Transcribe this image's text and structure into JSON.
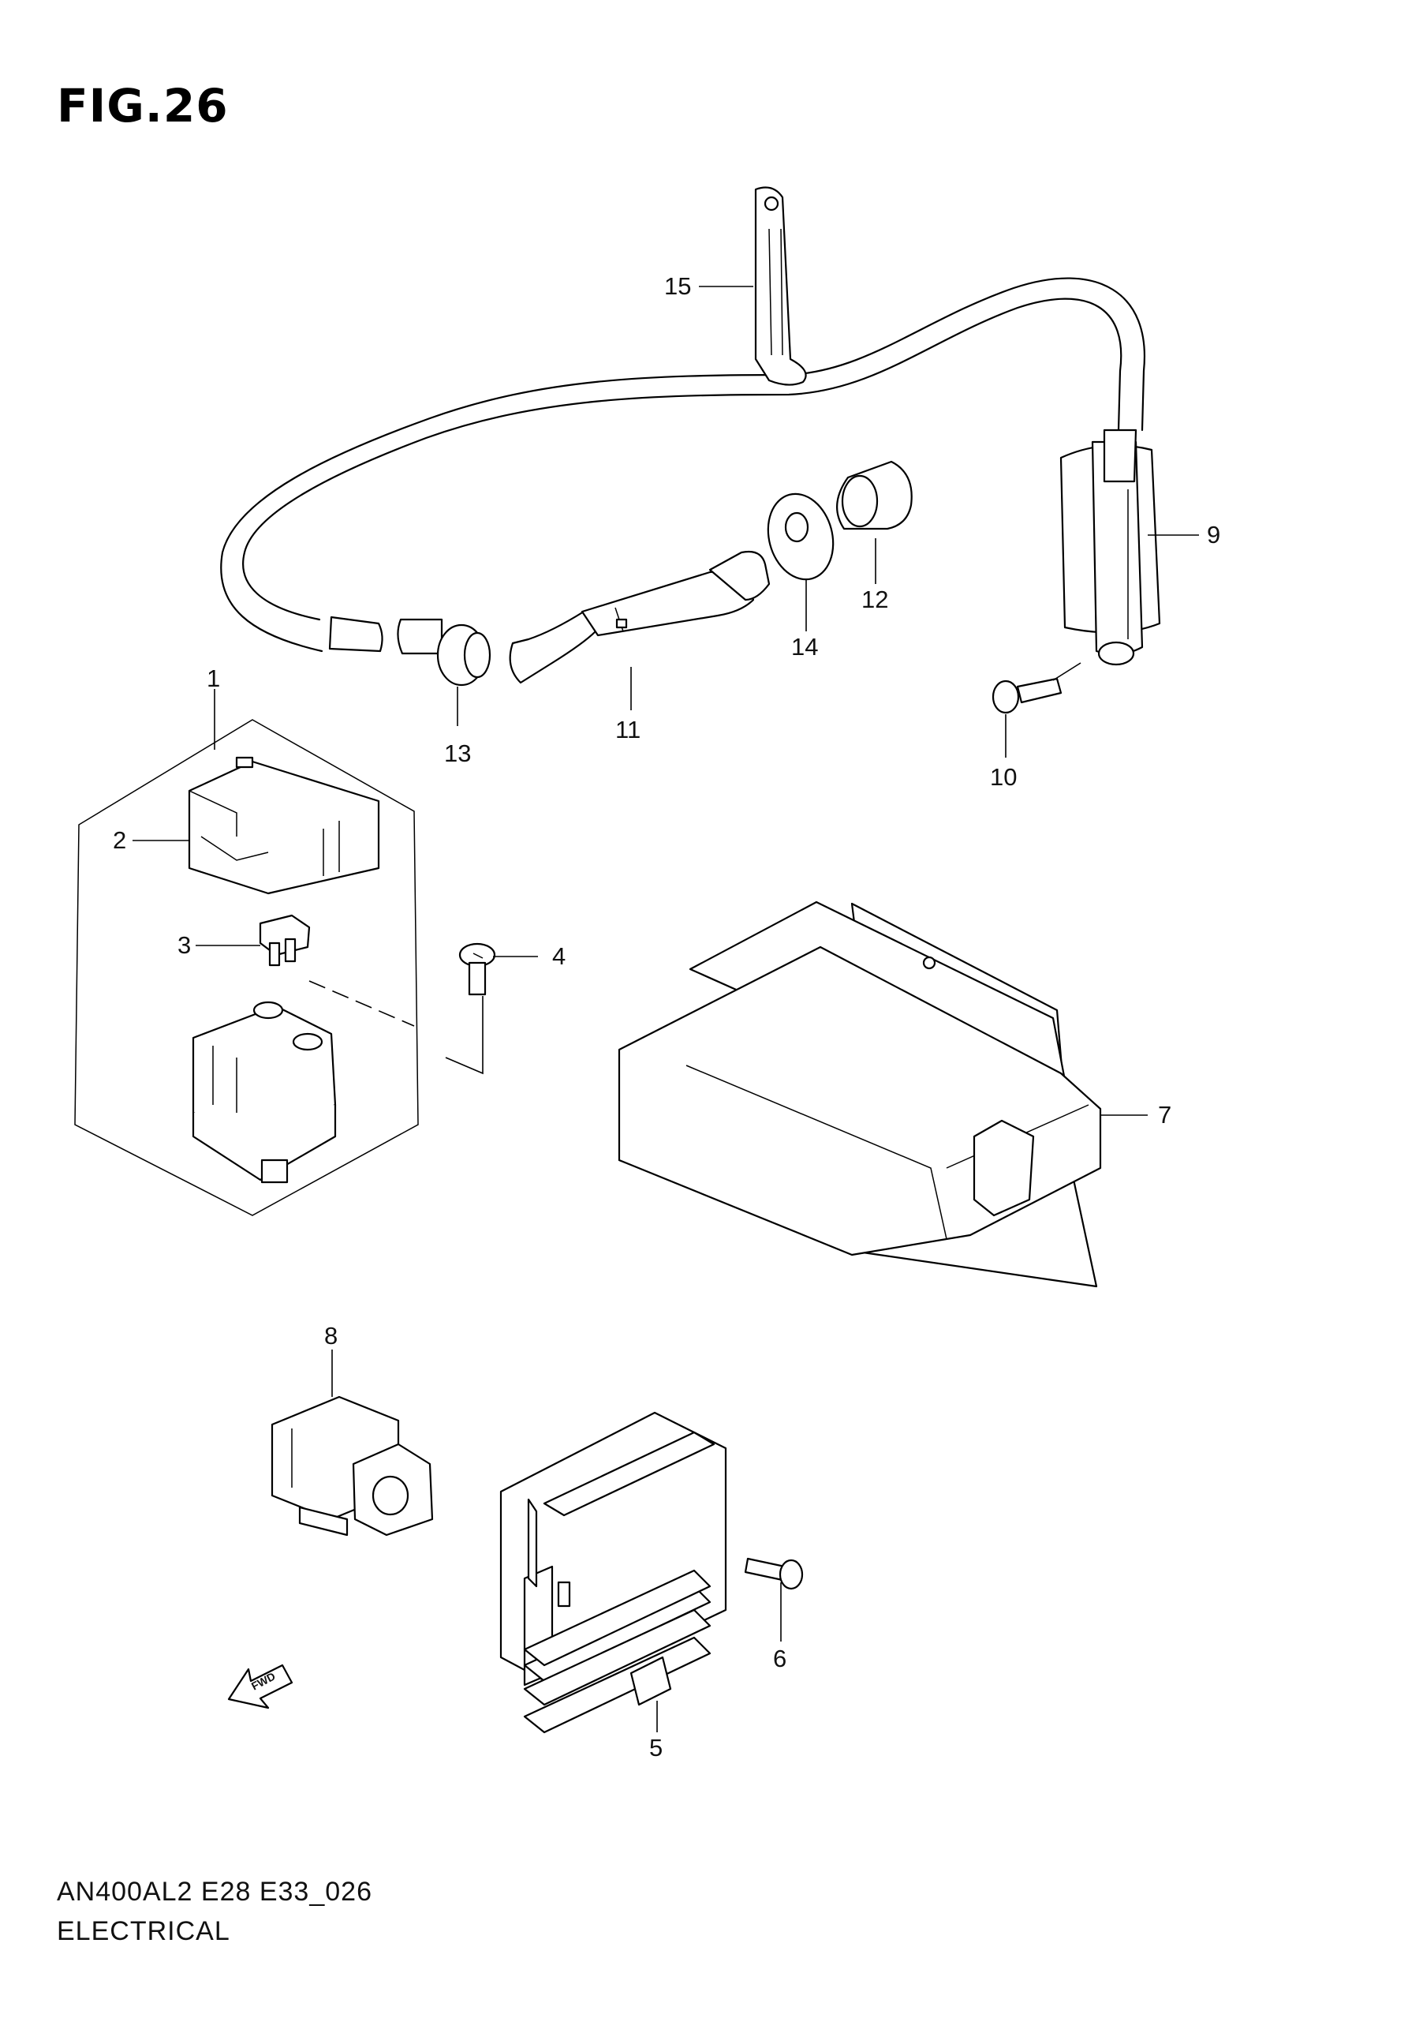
{
  "figure": {
    "title": "FIG.26",
    "footer_code": "AN400AL2 E28 E33_026",
    "footer_name": "ELECTRICAL",
    "fwd_label": "FWD"
  },
  "callouts": [
    "1",
    "2",
    "3",
    "4",
    "5",
    "6",
    "7",
    "8",
    "9",
    "10",
    "11",
    "12",
    "13",
    "14",
    "15"
  ]
}
